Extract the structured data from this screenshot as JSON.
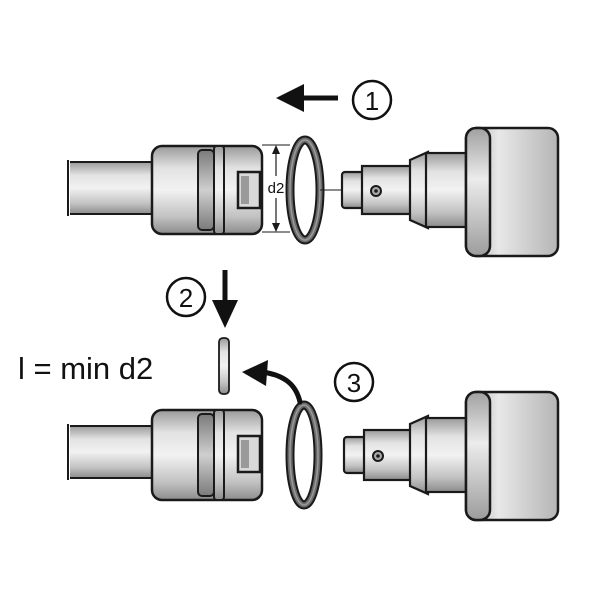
{
  "steps": [
    {
      "marker": "1"
    },
    {
      "marker": "2"
    },
    {
      "marker": "3"
    }
  ],
  "dimension_label": "d2",
  "pin_length_label": "l = min d2",
  "icons": [
    "arrow-left-icon",
    "arrow-down-icon",
    "curved-arrow-icon"
  ],
  "colors": {
    "outline": "#1a1a1a",
    "metal_light": "#e9e9e9",
    "metal_mid": "#c4c4c4",
    "metal_dark": "#8a8a8a",
    "ring": "#5a5a5a",
    "background": "#ffffff"
  }
}
